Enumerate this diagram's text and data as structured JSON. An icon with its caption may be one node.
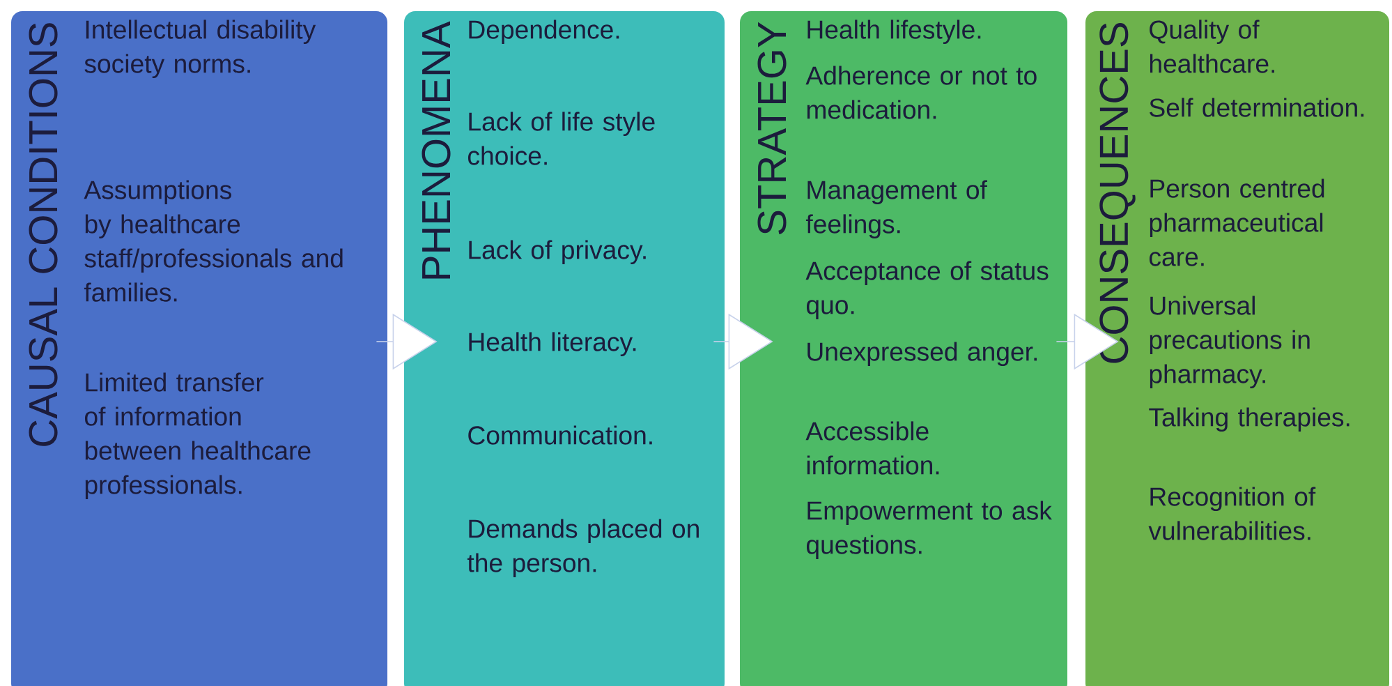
{
  "diagram": {
    "nodes": [
      {
        "text": [
          "CAUSAL CONDITIONS",
          "Intellectual disability society norms.",
          "Assumptions by healthcare staff/professionals and families.",
          "Limited transfer of information between healthcare professionals."
        ]
      },
      {
        "text": [
          "PHENOMENA",
          "Dependence.",
          "Lack of life style choice.",
          "Lack of privacy.",
          "Health literacy.",
          "Communication.",
          "Demands placed on the person."
        ]
      },
      {
        "text": [
          "STRATEGY",
          "Health lifestyle.",
          "Adherence or not to medication.",
          "Management of feelings.",
          "Acceptance of status quo.",
          "Unexpressed anger.",
          "Accessible information.",
          "Empowerment to ask questions."
        ]
      },
      {
        "text": [
          "CONSEQUENCES",
          "Quality of healthcare.",
          "Self determination.",
          "Person centred pharmaceutical care.",
          "Universal precautions in pharmacy.",
          "Talking therapies.",
          "Recognition of vulnerabilities."
        ]
      }
    ],
    "edges": [
      {
        "from": 0,
        "to": 1,
        "arrow": "to"
      },
      {
        "from": 1,
        "to": 2,
        "arrow": "to"
      },
      {
        "from": 2,
        "to": 3,
        "arrow": "to"
      }
    ]
  }
}
